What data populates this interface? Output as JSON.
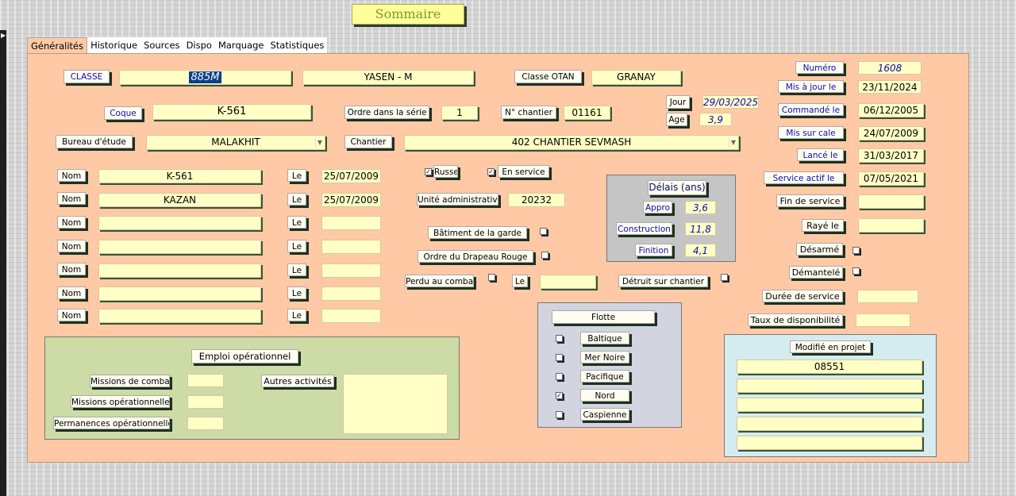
{
  "sommaire": "Sommaire",
  "tabs": [
    "Généralités",
    "Historique",
    "Sources",
    "Dispo",
    "Marquage",
    "Statistiques"
  ],
  "classe": {
    "label": "CLASSE",
    "value": "885M",
    "name": "YASEN - M"
  },
  "otan": {
    "label": "Classe OTAN",
    "value": "GRANAY"
  },
  "coque": {
    "label": "Coque",
    "value": "K-561"
  },
  "ordre": {
    "label": "Ordre dans la série",
    "value": "1"
  },
  "chantier_no": {
    "label": "N° chantier",
    "value": "01161"
  },
  "jour": {
    "label": "Jour",
    "value": "29/03/2025"
  },
  "age": {
    "label": "Age",
    "value": "3,9"
  },
  "bureau": {
    "label": "Bureau d'étude",
    "value": "MALAKHIT"
  },
  "chantier": {
    "label": "Chantier",
    "value": "402 CHANTIER SEVMASH"
  },
  "names": {
    "nom_label": "Nom",
    "le_label": "Le",
    "rows": [
      {
        "nom": "K-561",
        "le": "25/07/2009"
      },
      {
        "nom": "KAZAN",
        "le": "25/07/2009"
      },
      {
        "nom": "",
        "le": ""
      },
      {
        "nom": "",
        "le": ""
      },
      {
        "nom": "",
        "le": ""
      },
      {
        "nom": "",
        "le": ""
      },
      {
        "nom": "",
        "le": ""
      }
    ]
  },
  "flags": {
    "russe": "Russe",
    "en_service": "En service",
    "unite_label": "Unité administrative",
    "unite_value": "20232",
    "garde": "Bâtiment de la garde",
    "drapeau": "Ordre du Drapeau Rouge",
    "perdu": "Perdu au combat",
    "le": "Le",
    "detruit": "Détruit sur chantier"
  },
  "delais": {
    "title": "Délais (ans)",
    "appro_label": "Appro",
    "appro": "3,6",
    "construction_label": "Construction",
    "construction": "11,8",
    "finition_label": "Finition",
    "finition": "4,1"
  },
  "flotte": {
    "title": "Flotte",
    "items": [
      {
        "label": "Baltique",
        "checked": false
      },
      {
        "label": "Mer Noire",
        "checked": false
      },
      {
        "label": "Pacifique",
        "checked": false
      },
      {
        "label": "Nord",
        "checked": true
      },
      {
        "label": "Caspienne",
        "checked": false
      }
    ]
  },
  "emploi": {
    "title": "Emploi opérationnel",
    "missions": "Missions de combat",
    "missions_op": "Missions opérationnelles",
    "permanences": "Permanences opérationnelles",
    "autres": "Autres activités"
  },
  "dates": {
    "numero_label": "Numéro",
    "numero": "1608",
    "maj_label": "Mis à jour le",
    "maj": "23/11/2024",
    "commande_label": "Commandé le",
    "commande": "06/12/2005",
    "cale_label": "Mis sur cale",
    "cale": "24/07/2009",
    "lance_label": "Lancé le",
    "lance": "31/03/2017",
    "actif_label": "Service actif le",
    "actif": "07/05/2021",
    "fin_label": "Fin de service",
    "fin": "",
    "raye_label": "Rayé le",
    "raye": "",
    "desarme_label": "Désarmé",
    "demantele_label": "Démantelé",
    "duree_label": "Durée de service",
    "duree": "",
    "taux_label": "Taux de disponibilité",
    "taux": ""
  },
  "modifie": {
    "title": "Modifié en projet",
    "rows": [
      "08551",
      "",
      "",
      "",
      ""
    ]
  }
}
